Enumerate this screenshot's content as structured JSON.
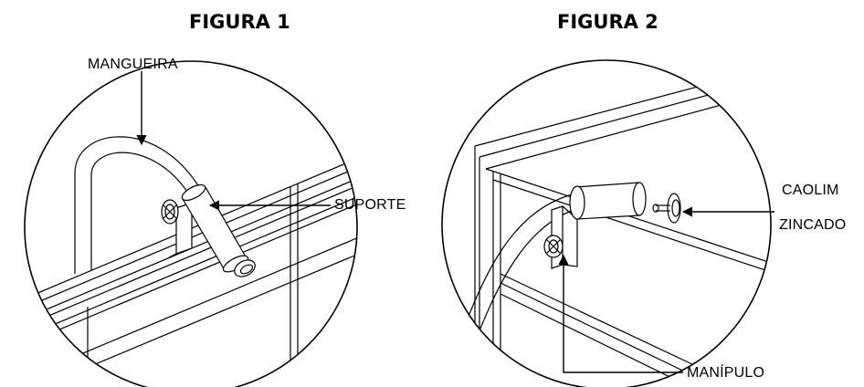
{
  "figure1": {
    "title": "FIGURA 1",
    "labels": {
      "hose": "MANGUEIRA",
      "support": "SUPORTE"
    }
  },
  "figure2": {
    "title": "FIGURA 2",
    "labels": {
      "caolim": "CAOLIM",
      "zincado": "ZINCADO",
      "knob": "MANÍPULO"
    }
  }
}
